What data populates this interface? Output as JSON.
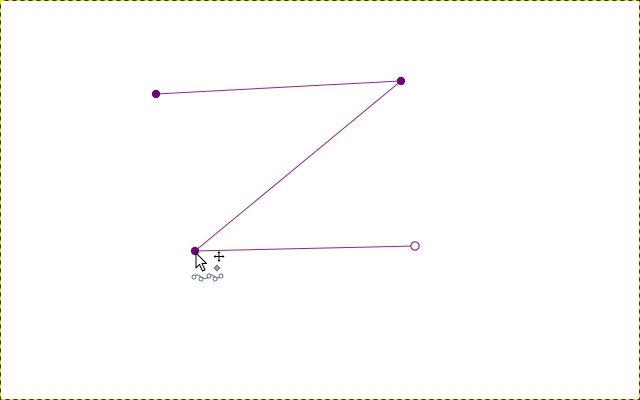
{
  "canvas": {
    "background": "#ffffff",
    "border_dash_color": "#e6e600",
    "border_gap_color": "#333333"
  },
  "path": {
    "stroke_color": "#8a2a8a",
    "anchor_color": "#6a0a6a",
    "open_anchor_stroke": "#8a2a8a",
    "anchors": [
      {
        "name": "anchor-1",
        "state": "filled"
      },
      {
        "name": "anchor-2",
        "state": "filled"
      },
      {
        "name": "anchor-3",
        "state": "filled-active"
      },
      {
        "name": "anchor-4",
        "state": "open"
      }
    ]
  },
  "cursor": {
    "icon": "paths-tool-cursor",
    "modifier_icon": "move-cross-icon"
  }
}
